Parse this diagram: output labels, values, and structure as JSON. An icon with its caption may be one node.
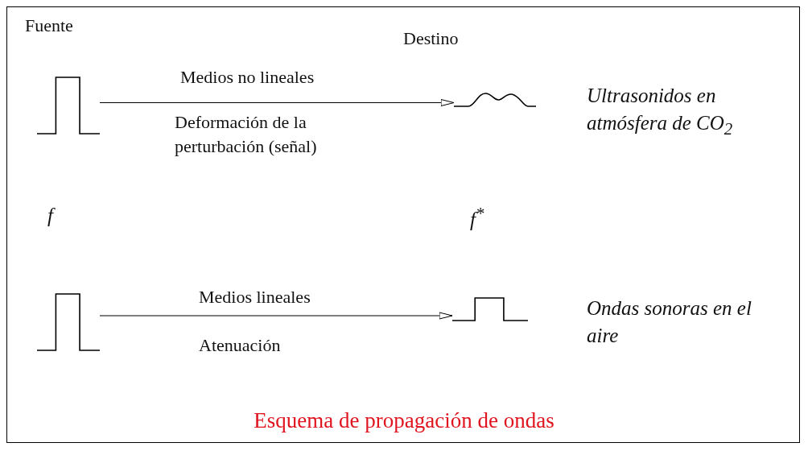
{
  "diagram": {
    "caption": "Esquema de propagación de ondas",
    "nodes": [
      {
        "text": [],
        "shape": "picture"
      },
      {
        "text": [],
        "shape": "picture"
      },
      {
        "text": [],
        "shape": "picture"
      },
      {
        "text": [],
        "shape": "picture"
      }
    ],
    "edges": [
      {
        "from": 0,
        "to": 1,
        "arrow": "to",
        "label": "Medios no lineales"
      },
      {
        "from": 2,
        "to": 3,
        "arrow": "to",
        "label": "Medios lineales"
      }
    ],
    "labels": [
      "Fuente",
      "Destino",
      "Ultrasonidos en atmósfera de CO$_{2}$",
      "Deformación de la perturbación (señal)",
      "f",
      "f$^{*}$",
      "Ondas sonoras en el aire",
      "Atenuación"
    ]
  }
}
